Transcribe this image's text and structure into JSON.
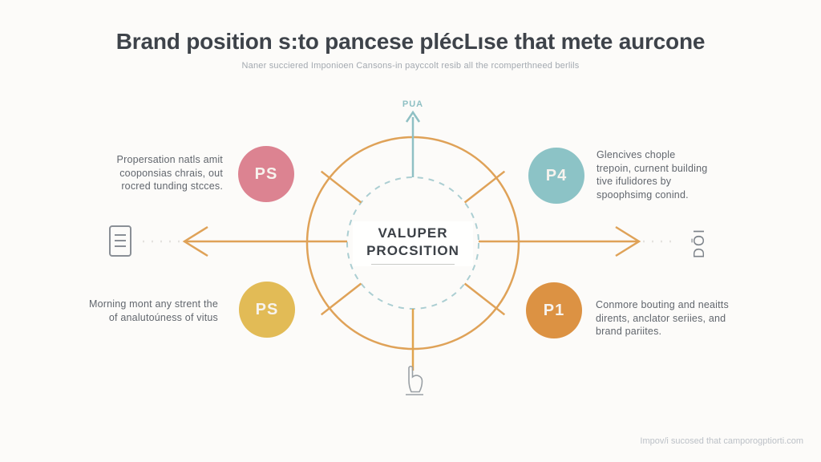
{
  "page": {
    "title": "Brand position s:to pancese plécLıse that mete aurcone",
    "subtitle": "Naner succiered Imponioen Cansons-in payccolt resib all the rcomperthneed berlils",
    "footer": "Impov/i sucosed that camporogptiorti.com"
  },
  "diagram": {
    "center": {
      "line1": "VALUPER",
      "line2": "PROCSITION"
    },
    "top_arrow_label": "PUA",
    "right_icon_text": "DŌI",
    "nodes": [
      {
        "id": "top-left",
        "badge": "PS",
        "color": "#dc8391",
        "lines": [
          "Propersation natls amit",
          "cooponsias chrais, out",
          "rocred tunding stcces."
        ]
      },
      {
        "id": "top-right",
        "badge": "P4",
        "color": "#8cc3c6",
        "lines": [
          "Glencives chople",
          "trepoin, curnent building",
          "tive ifulidores by",
          "spoophsimg conind."
        ]
      },
      {
        "id": "bottom-left",
        "badge": "PS",
        "color": "#e2bb56",
        "lines": [
          "Morning mont any strent the",
          "of analutoúness of vitus"
        ]
      },
      {
        "id": "bottom-right",
        "badge": "P1",
        "color": "#dc9243",
        "lines": [
          "Conmore bouting and neaitts",
          "dirents, anclator seriies, and",
          "brand pariites."
        ]
      }
    ],
    "colors": {
      "background": "#fcfbf9",
      "title_text": "#3e434a",
      "subtitle_text": "#a3a9b0",
      "body_text": "#61666d",
      "footer_text": "#bcc1c7",
      "diagram_orange": "#dfa258",
      "diagram_teal": "#8fc0c4",
      "inner_dashed": "#abced2",
      "badge_pink": "#dc8391",
      "badge_teal": "#8cc3c6",
      "badge_yellow": "#e2bb56",
      "badge_orange": "#dc9243",
      "icon_gray": "#8a8f96"
    }
  }
}
